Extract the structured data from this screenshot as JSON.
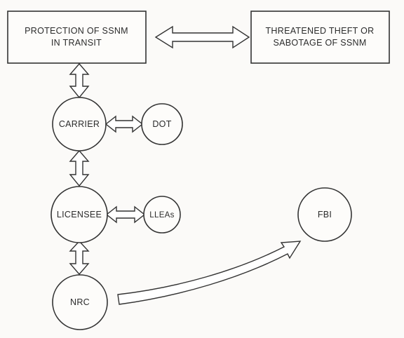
{
  "boxes": {
    "protection": {
      "line1": "PROTECTION OF SSNM",
      "line2": "IN TRANSIT"
    },
    "threat": {
      "line1": "THREATENED THEFT OR",
      "line2": "SABOTAGE OF SSNM"
    }
  },
  "nodes": {
    "carrier": "CARRIER",
    "dot": "DOT",
    "licensee": "LICENSEE",
    "lleas": "LLEAs",
    "nrc": "NRC",
    "fbi": "FBI"
  },
  "colors": {
    "stroke": "#333333",
    "fill": "#fdfcfa",
    "text": "#2b2b2b"
  }
}
